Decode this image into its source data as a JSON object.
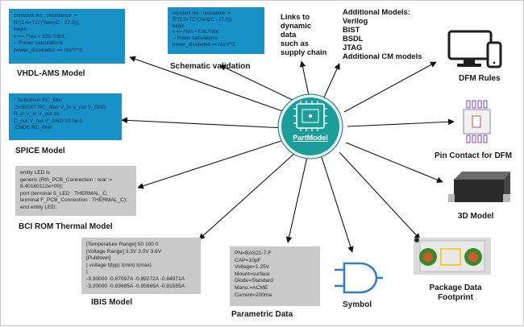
{
  "hub": {
    "label": "PartModel"
  },
  "cards": {
    "vhdl": {
      "lines": [
        "constant res : resistance :=",
        "R*(1.0+TC*(TempC - 27.0));",
        "begin",
        "v == i*res + ESL*i'dot;",
        "-- Power calculations",
        "power_dissipated == res*i**2;"
      ]
    },
    "schematic": {
      "lines": [
        "constant res : resistance :=",
        "R*(1.0+TC*(TempC - 27.0));",
        "begin",
        "v == i*res + ESL*i'dot;",
        "-- Power calculations",
        "power_dissipated == res*i**2;"
      ]
    },
    "spice": {
      "lines": [
        "* Subcircuit RC_filter",
        ".SUBCKT RC_filter V_in V_out V_GND",
        "R_in V_in V_out 1k",
        "C_out V_out V_GND 10.0e-9",
        ".ENDS RC_filter"
      ]
    },
    "bci": {
      "lines": [
        "entity LED is",
        "generic (Rth_PCB_Connection : real :=",
        "8.40160112e+00);",
        "port (terminal S_LED : THERMAL_C;",
        " terminal F_PCB_Connection : THERMAL_C);",
        "end entity LED;"
      ]
    },
    "ibis": {
      "lines": [
        "[Temperature Range] 50 100 0",
        "[Voltage Range] 3.3V 3.0V 3.6V",
        "[Pulldown]",
        "| voltage I(typ) I(min) I(max)",
        "|",
        "-3.30000 -0.87097A -0.89272A -0.84971A",
        "-3.20000 -0.83685A -0.85865A -0.81555A"
      ]
    },
    "parametric": {
      "lines": [
        "PN=BAS21-7-F",
        "CAP=10pF",
        "Voltage=1.25V",
        "Mount=surface",
        "Diode=Standard",
        "Manu.=ACME",
        "Current=200ma"
      ]
    }
  },
  "labels": {
    "vhdl": "VHDL-AMS Model",
    "schematic": "Schematic validation",
    "spice": "SPICE Model",
    "bci": "BCI ROM Thermal Model",
    "ibis": "IBIS Model",
    "parametric": "Parametric Data",
    "symbol": "Symbol",
    "package": [
      "Package Data",
      "Footprint"
    ],
    "model3d": "3D Model",
    "pin_contact": "Pin Contact for DFM",
    "dfm_rules": "DFM Rules"
  },
  "notes": {
    "links": [
      "Links to",
      "dynamic",
      "data",
      "such as",
      "supply chain"
    ],
    "additional": [
      "Additional Models:",
      "Verilog",
      "BIST",
      "BSDL",
      "JTAG",
      "Additional CM models"
    ]
  },
  "icons": {
    "hub": "chip-icon",
    "dfm_rules": "devices-icon",
    "pin_contact": "pin-contact-icon",
    "model3d": "3d-package-icon",
    "package": "footprint-icon",
    "symbol": "and-gate-icon"
  },
  "colors": {
    "code_card_blue": "#1890c8",
    "data_card_gray": "#c9c9c9",
    "hub_teal": "#1b9e9a",
    "symbol_blue": "#2f7fd0",
    "footprint_green": "#3a8a2a",
    "footprint_pad": "#cc5a33"
  }
}
